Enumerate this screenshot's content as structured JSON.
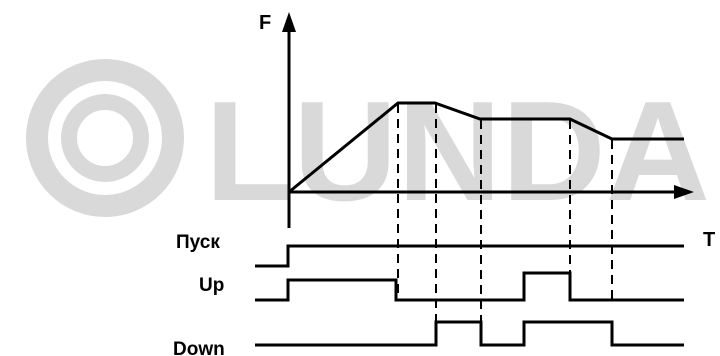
{
  "diagram": {
    "y_axis_label": "F",
    "x_axis_label": "T",
    "signals": [
      {
        "id": "start",
        "label": "Пуск"
      },
      {
        "id": "up",
        "label": "Up"
      },
      {
        "id": "down",
        "label": "Down"
      }
    ]
  },
  "watermark": {
    "text": "LUNDA",
    "color": "#d9d9d9"
  },
  "colors": {
    "line": "#000000",
    "background": "#ffffff"
  }
}
